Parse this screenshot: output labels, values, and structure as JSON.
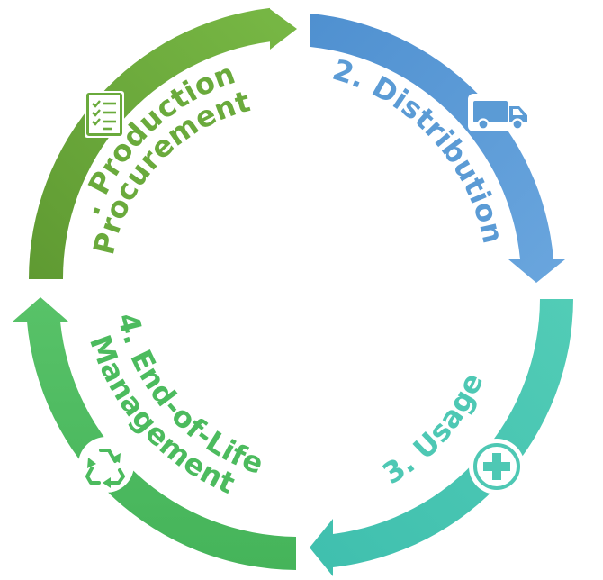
{
  "stages": [
    {
      "id": "production",
      "lines": [
        "1. Production &",
        "Procurement"
      ],
      "color": "#6aaa3c",
      "icon": "checklist-icon"
    },
    {
      "id": "distribution",
      "lines": [
        "2. Distribution"
      ],
      "color": "#5b9bd5",
      "icon": "truck-icon"
    },
    {
      "id": "usage",
      "lines": [
        "3. Usage"
      ],
      "color": "#4ec8b4",
      "icon": "medical-cross-icon"
    },
    {
      "id": "end-of-life",
      "lines": [
        "4. End-of-Life",
        "Management"
      ],
      "color": "#4cbb5e",
      "icon": "recycle-icon"
    }
  ]
}
